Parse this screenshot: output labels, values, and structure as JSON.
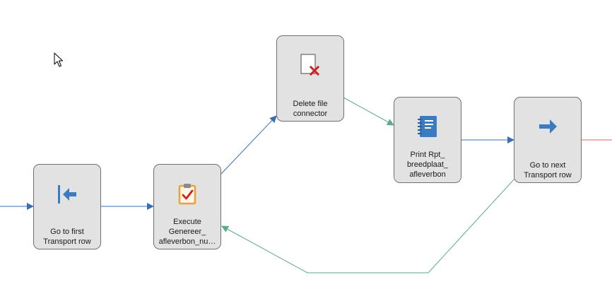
{
  "workflow": {
    "nodes": {
      "goto_first": {
        "label": "Go to first\nTransport row",
        "icon": "arrow-left-to-bar-icon"
      },
      "execute": {
        "label": "Execute\nGenereer_\nafleverbon_nu…",
        "icon": "clipboard-check-icon"
      },
      "delete_file": {
        "label": "Delete file\nconnector",
        "icon": "file-delete-icon"
      },
      "print_rpt": {
        "label": "Print Rpt_\nbreedplaat_\nafleverbon",
        "icon": "notebook-icon"
      },
      "goto_next": {
        "label": "Go to next\nTransport row",
        "icon": "arrow-right-icon"
      }
    }
  },
  "colors": {
    "blue_connector": "#3b6fb0",
    "green_connector": "#5aab8a",
    "red_connector": "#e06060",
    "node_fill": "#e2e2e2",
    "node_border": "#707070",
    "icon_blue": "#3b7bbf",
    "icon_red": "#d2201f",
    "icon_orange": "#e8a23a"
  }
}
